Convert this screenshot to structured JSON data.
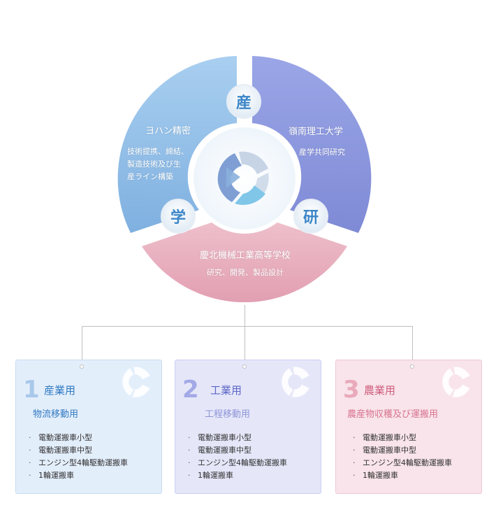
{
  "badges": {
    "san": "産",
    "gaku": "学",
    "ken": "研"
  },
  "segments": {
    "left": {
      "title": "ヨハン精密",
      "desc_lines": [
        "技術提携、締結、",
        "製造技術及び生",
        "産ライン構築"
      ]
    },
    "right": {
      "title": "嶺南理工大学",
      "desc": "産学共同研究"
    },
    "bottom": {
      "title": "慶北機械工業高等学校",
      "desc": "研究、開発、製品設計"
    }
  },
  "cards": [
    {
      "number": "1",
      "title": "産業用",
      "subtitle": "物流移動用",
      "items": [
        "電動運搬車小型",
        "電動運搬車中型",
        "エンジン型4輪駆動運搬車",
        "1輪運搬車"
      ]
    },
    {
      "number": "2",
      "title": "工業用",
      "subtitle": "工程移動用",
      "items": [
        "電動運搬車小型",
        "電動運搬車中型",
        "エンジン型4輪駆動運搬車",
        "1輪運搬車"
      ]
    },
    {
      "number": "3",
      "title": "農業用",
      "subtitle": "農産物収穫及び運搬用",
      "items": [
        "電動運搬車小型",
        "電動運搬車中型",
        "エンジン型4輪駆動運搬車",
        "1輪運搬車"
      ]
    }
  ],
  "colors": {
    "left_segment": "#8fbce6",
    "right_segment": "#8d99de",
    "bottom_segment": "#e6aabb",
    "card1_bg": "#e3eefb",
    "card1_accent": "#3e7fc4",
    "card2_bg": "#e5e7f9",
    "card2_accent": "#6a72cf",
    "card3_bg": "#f8e4ea",
    "card3_accent": "#d0627f"
  }
}
